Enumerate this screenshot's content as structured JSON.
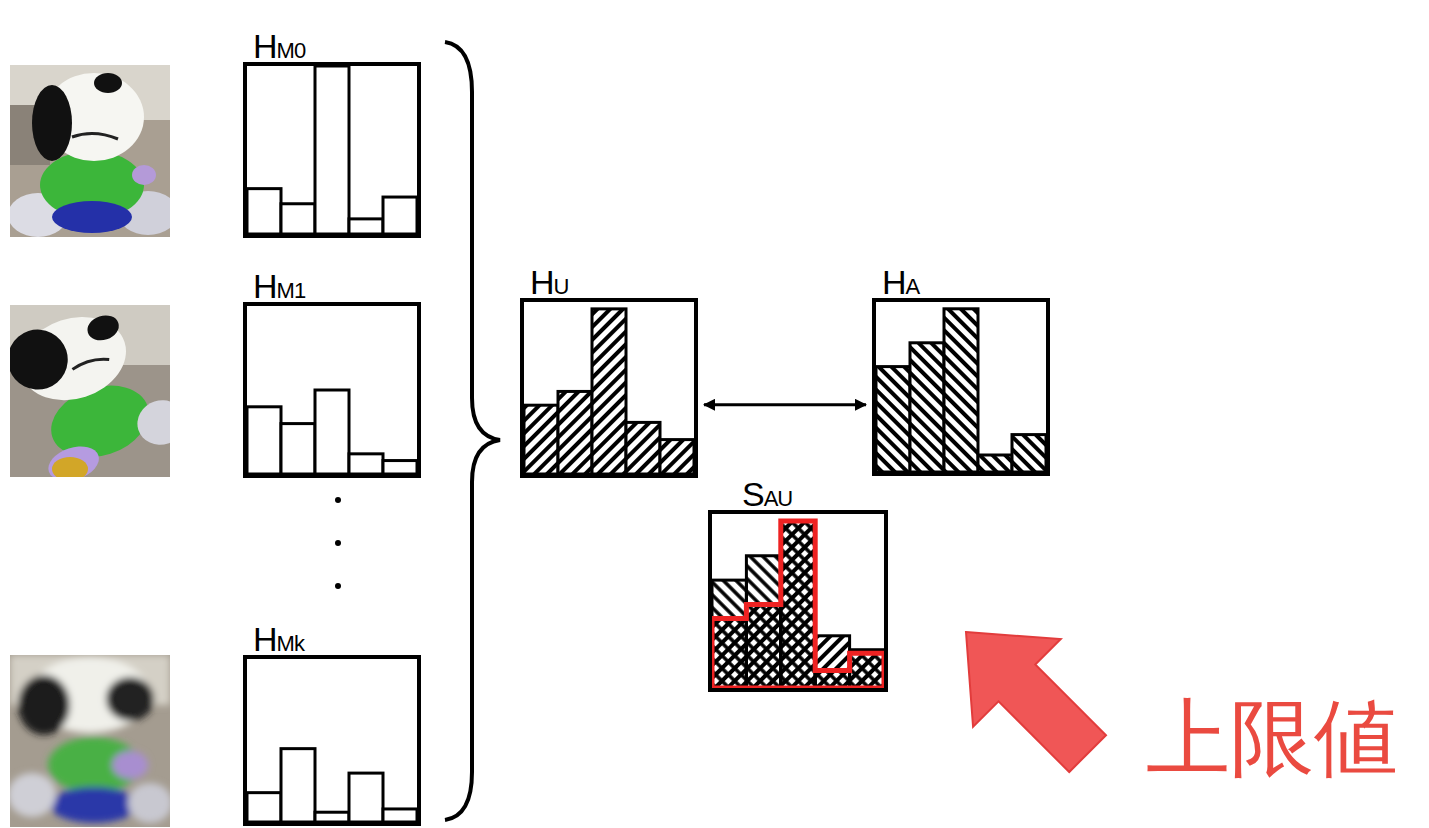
{
  "diagram": {
    "nodes": [
      {
        "text": [
          "HM0"
        ]
      },
      {
        "text": [
          "HM1"
        ]
      },
      {
        "text": [
          "HMk"
        ]
      },
      {
        "text": [
          "HU"
        ]
      },
      {
        "text": [
          "HA"
        ]
      },
      {
        "text": [
          "SAU"
        ]
      }
    ],
    "edges": [
      {
        "from": 3,
        "to": 4,
        "arrow": "both"
      }
    ],
    "labels": [
      "上限値"
    ]
  }
}
